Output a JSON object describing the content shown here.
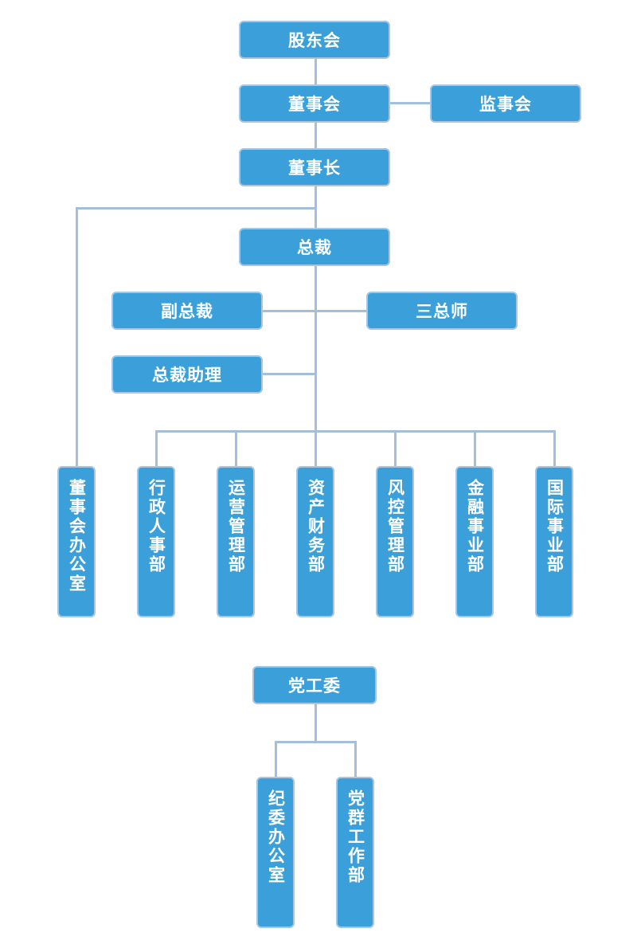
{
  "org_chart": {
    "shareholders": "股东会",
    "board": "董事会",
    "supervisors": "监事会",
    "chairman": "董事长",
    "president": "总裁",
    "vice_president": "副总裁",
    "three_chiefs": "三总师",
    "president_assistant": "总裁助理",
    "departments": [
      "董事会办公室",
      "行政人事部",
      "运营管理部",
      "资产财务部",
      "风控管理部",
      "金融事业部",
      "国际事业部"
    ],
    "party_committee": "党工委",
    "party_units": [
      "纪委办公室",
      "党群工作部"
    ]
  },
  "colors": {
    "box_fill": "#3ba0da",
    "box_border": "#a9c6e0",
    "connector": "#a3bfda",
    "text": "#ffffff"
  }
}
